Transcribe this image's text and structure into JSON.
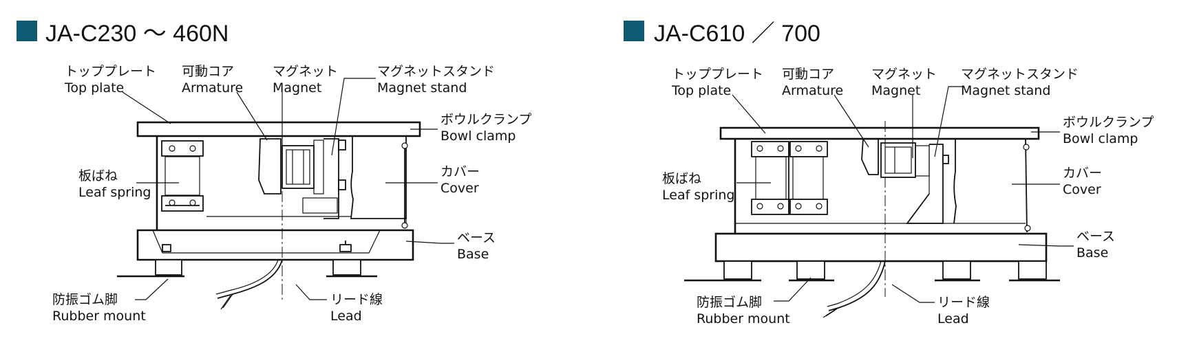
{
  "colors": {
    "title_square": "#0e5a73",
    "line": "#111111",
    "background": "#ffffff"
  },
  "left": {
    "title": "JA-C230 〜 460N",
    "labels": {
      "top_plate": {
        "ja": "トッププレート",
        "en": "Top plate"
      },
      "armature": {
        "ja": "可動コア",
        "en": "Armature"
      },
      "magnet": {
        "ja": "マグネット",
        "en": "Magnet"
      },
      "magnet_stand": {
        "ja": "マグネットスタンド",
        "en": "Magnet stand"
      },
      "bowl_clamp": {
        "ja": "ボウルクランプ",
        "en": "Bowl clamp"
      },
      "cover": {
        "ja": "カバー",
        "en": "Cover"
      },
      "leaf_spring": {
        "ja": "板ばね",
        "en": "Leaf spring"
      },
      "base": {
        "ja": "ベース",
        "en": "Base"
      },
      "rubber_mount": {
        "ja": "防振ゴム脚",
        "en": "Rubber mount"
      },
      "lead": {
        "ja": "リード線",
        "en": "Lead"
      }
    }
  },
  "right": {
    "title": "JA-C610 ／ 700",
    "labels": {
      "top_plate": {
        "ja": "トッププレート",
        "en": "Top plate"
      },
      "armature": {
        "ja": "可動コア",
        "en": "Armature"
      },
      "magnet": {
        "ja": "マグネット",
        "en": "Magnet"
      },
      "magnet_stand": {
        "ja": "マグネットスタンド",
        "en": "Magnet stand"
      },
      "bowl_clamp": {
        "ja": "ボウルクランプ",
        "en": "Bowl clamp"
      },
      "cover": {
        "ja": "カバー",
        "en": "Cover"
      },
      "leaf_spring": {
        "ja": "板ばね",
        "en": "Leaf spring"
      },
      "base": {
        "ja": "ベース",
        "en": "Base"
      },
      "rubber_mount": {
        "ja": "防振ゴム脚",
        "en": "Rubber mount"
      },
      "lead": {
        "ja": "リード線",
        "en": "Lead"
      }
    }
  }
}
